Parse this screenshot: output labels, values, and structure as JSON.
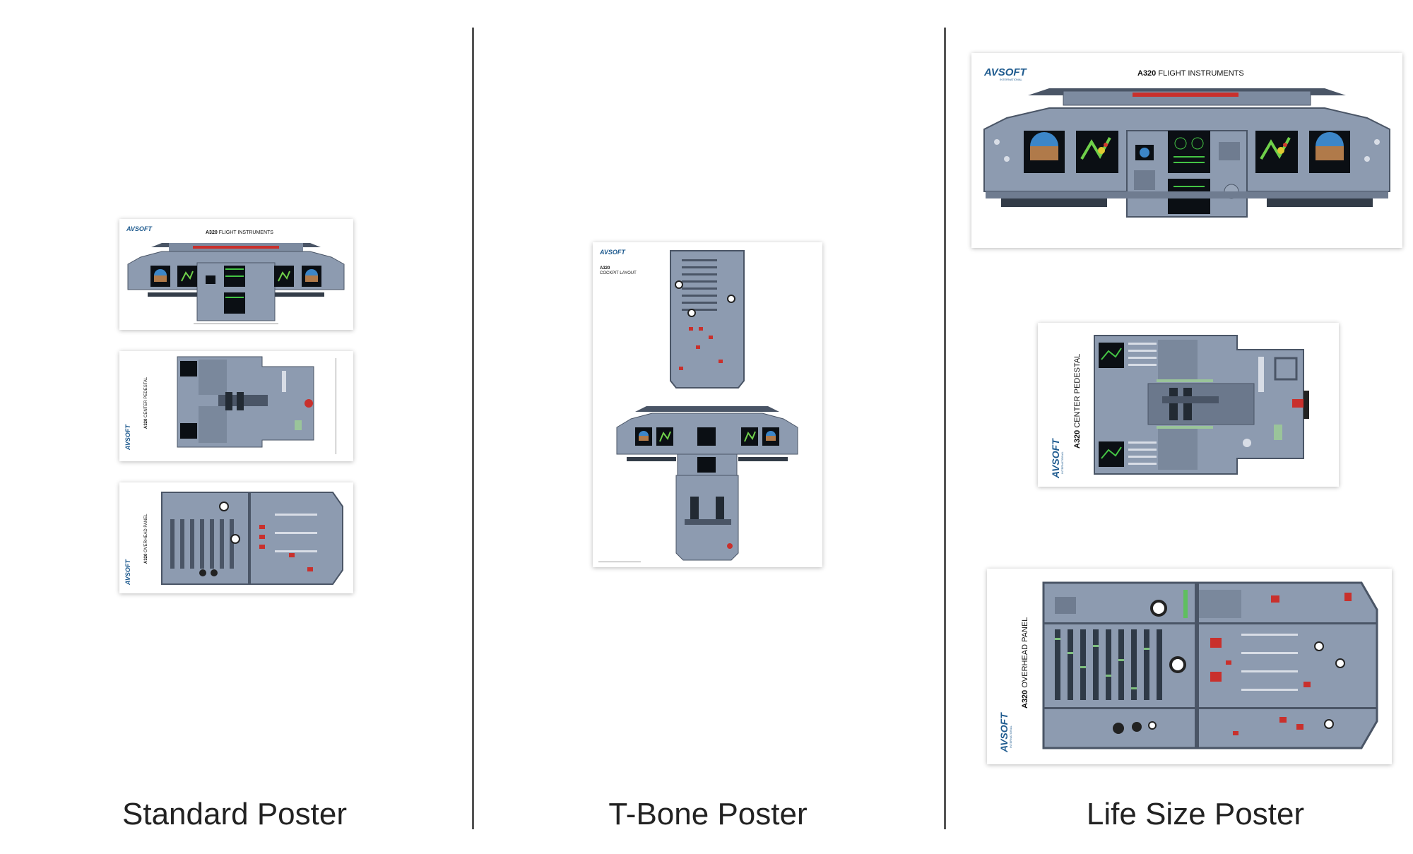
{
  "columns": [
    {
      "label": "Standard Poster"
    },
    {
      "label": "T-Bone Poster"
    },
    {
      "label": "Life Size Poster"
    }
  ],
  "posters": {
    "standard_flight": {
      "logo": "AVSOFT",
      "title_bold": "A320",
      "title": "FLIGHT INSTRUMENTS"
    },
    "standard_pedestal": {
      "logo": "AVSOFT",
      "title_bold": "A320",
      "title": "CENTER PEDESTAL"
    },
    "standard_overhead": {
      "logo": "AVSOFT",
      "title_bold": "A320",
      "title": "OVERHEAD PANEL"
    },
    "tbone": {
      "logo": "AVSOFT",
      "title_bold": "A320",
      "title": "COCKPIT LAYOUT"
    },
    "life_flight": {
      "logo": "AVSOFT",
      "logo_sub": "INTERNATIONAL",
      "title_bold": "A320",
      "title": "FLIGHT INSTRUMENTS"
    },
    "life_pedestal": {
      "logo": "AVSOFT",
      "logo_sub": "INTERNATIONAL",
      "title_bold": "A320",
      "title": "CENTER PEDESTAL"
    },
    "life_overhead": {
      "logo": "AVSOFT",
      "logo_sub": "INTERNATIONAL",
      "title_bold": "A320",
      "title": "OVERHEAD PANEL"
    }
  },
  "colors": {
    "panel": "#8d9bb0",
    "panel_dark": "#4a5566",
    "screen": "#0b0f14",
    "accent_red": "#c9302c",
    "brand_blue": "#1f5b8f"
  }
}
